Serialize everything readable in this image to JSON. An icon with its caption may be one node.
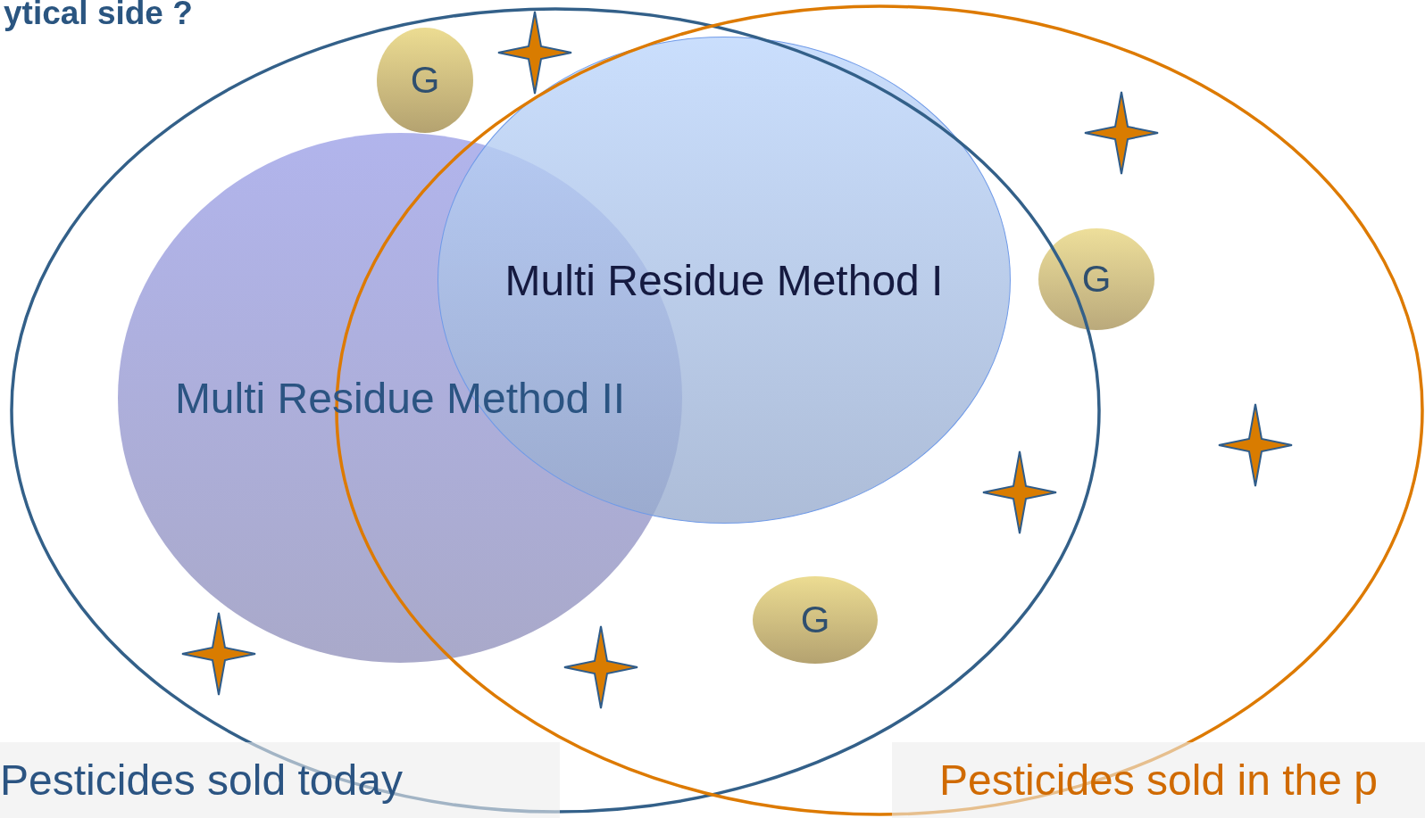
{
  "diagram": {
    "title": "ytical side ?",
    "nodes": [
      {
        "text": [
          "Multi Residue Method II"
        ]
      },
      {
        "text": [
          "Multi Residue Method I"
        ]
      },
      {
        "text": [
          "G"
        ]
      },
      {
        "text": [
          "G"
        ]
      },
      {
        "text": [
          "G"
        ]
      },
      {
        "text": [
          "Pesticides sold today"
        ]
      },
      {
        "text": [
          "Pesticides sold in the p"
        ]
      }
    ]
  }
}
